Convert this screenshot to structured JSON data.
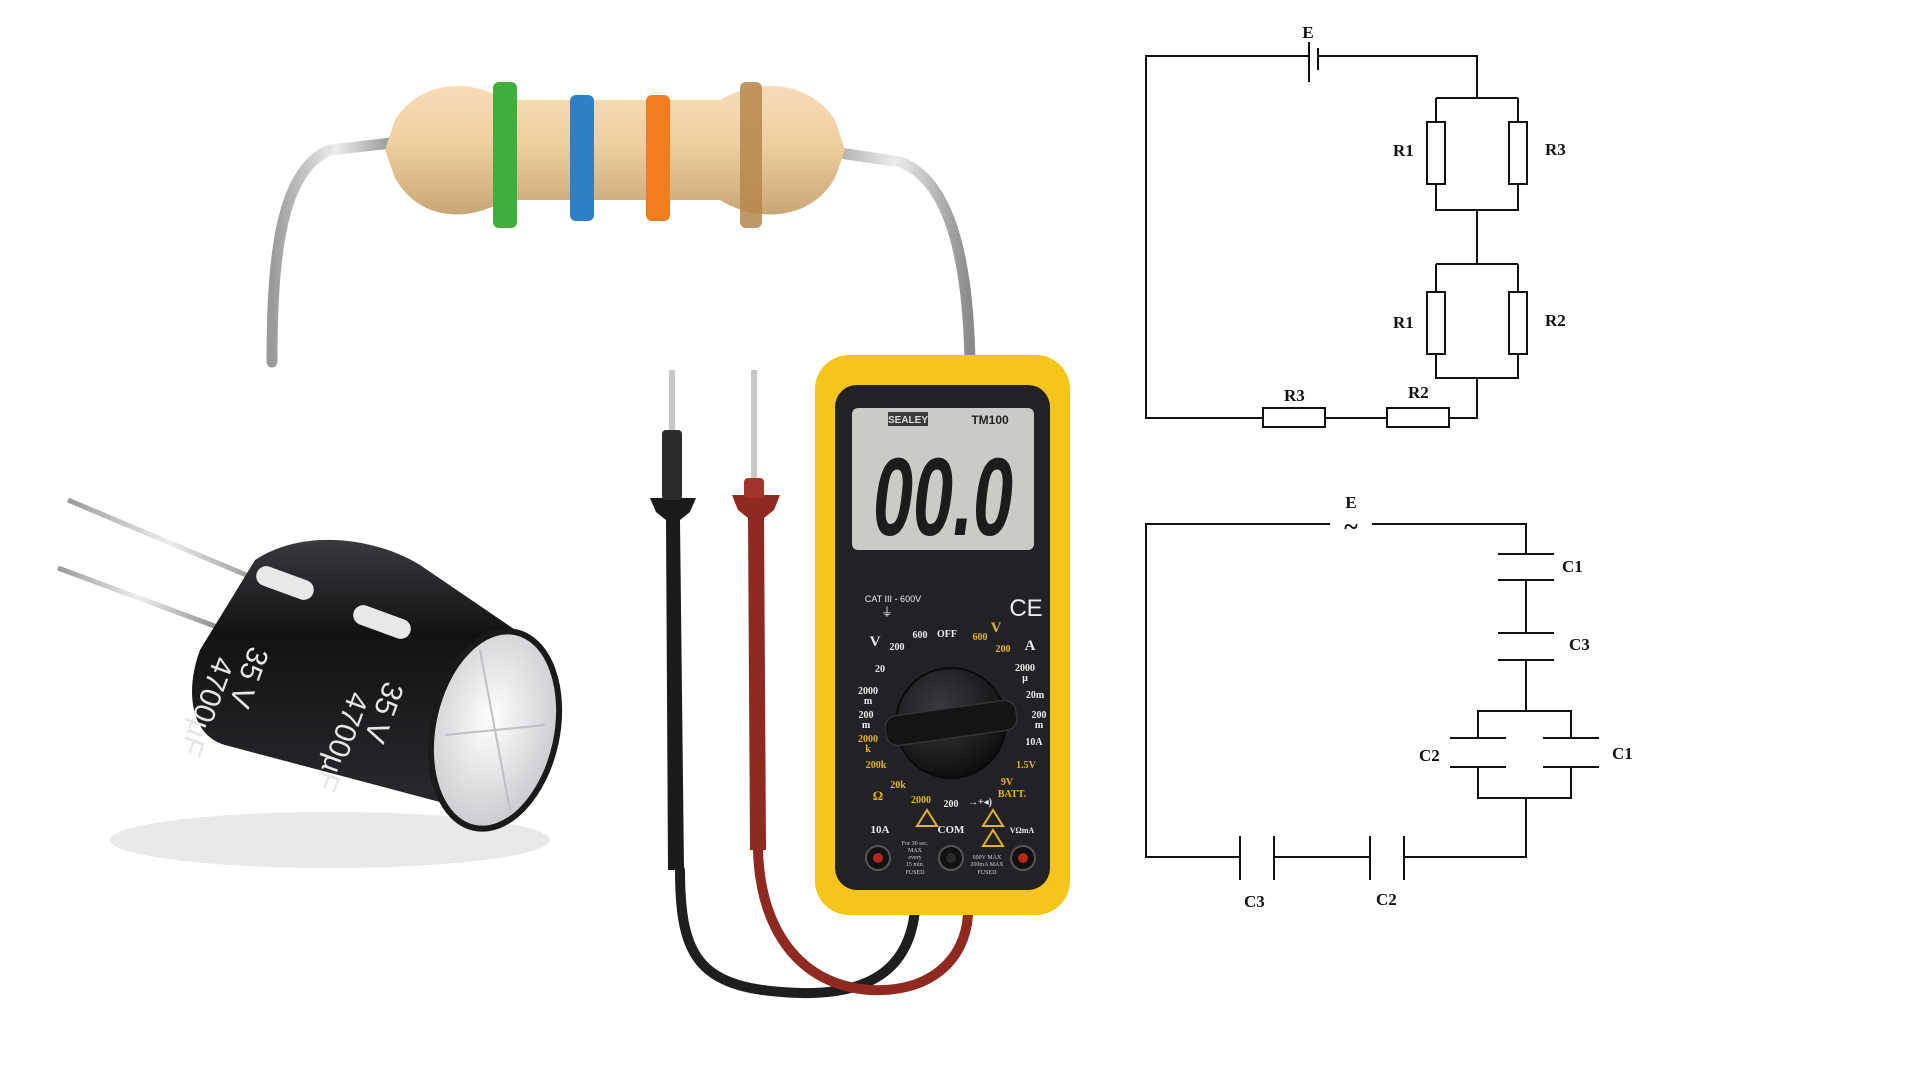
{
  "resistor": {
    "bands": [
      "#3fae3a",
      "#2f7fc6",
      "#f07d20",
      "#b5864a"
    ]
  },
  "capacitor": {
    "rating_line1": "35 V",
    "rating_line2": "4700µF",
    "colors": {
      "body": "#1d1d20",
      "cap_top": "#e8e8ea"
    }
  },
  "multimeter": {
    "brand": "SEALEY",
    "model": "TM100",
    "display_value": "00.0",
    "cat_rating": "CAT III - 600V",
    "ce_mark": "CE",
    "dial_labels": {
      "v_dc": "V",
      "a_dc": "A",
      "v_ac": "V",
      "off": "OFF",
      "l200": "200",
      "l600": "600",
      "y600": "600",
      "y200": "200",
      "l20": "20",
      "l2000m": "2000",
      "m1": "m",
      "l200m": "200",
      "m2": "m",
      "l2000k": "2000",
      "k1": "k",
      "l200k": "200k",
      "l20k": "20k",
      "l2000": "2000",
      "l200d": "200",
      "diode": "→+◂)",
      "ohm": "Ω",
      "r2000mu": "2000",
      "mu": "µ",
      "r20m": "20m",
      "r200m": "200",
      "m3": "m",
      "r10a": "10A",
      "r15v": "1.5V",
      "r9v": "9V",
      "batt": "BATT."
    },
    "jacks": {
      "left": "10A",
      "center": "COM",
      "right": "VΩmA",
      "note_left": [
        "For 30 sec.",
        "MAX",
        "every",
        "15 min.",
        "FUSED"
      ],
      "note_right": [
        "600V MAX",
        "200mA MAX",
        "FUSED"
      ]
    },
    "colors": {
      "housing": "#f5c51c",
      "face": "#222226",
      "lcd": "#c9ccc6",
      "accent": "#e2b31a"
    }
  },
  "circuit_resistors": {
    "source": "E",
    "labels": {
      "r1_top": "R1",
      "r3_top": "R3",
      "r1_mid": "R1",
      "r2_mid": "R2",
      "r3_bottom": "R3",
      "r2_bottom": "R2"
    }
  },
  "circuit_capacitors": {
    "source": "E",
    "source_symbol": "~",
    "labels": {
      "c1_top": "C1",
      "c3_mid": "C3",
      "c2_left": "C2",
      "c1_right": "C1",
      "c3_bottom": "C3",
      "c2_bottom": "C2"
    }
  }
}
